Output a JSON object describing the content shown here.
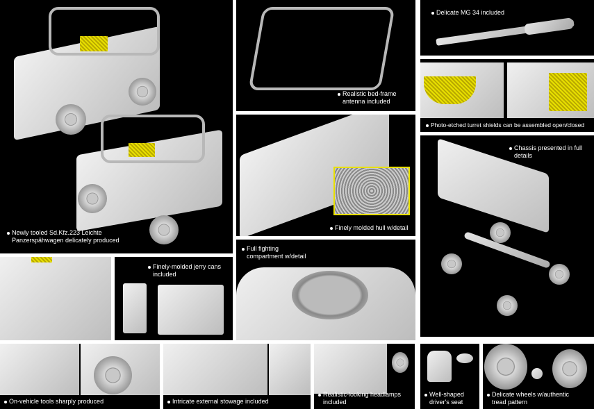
{
  "panels": {
    "main": {
      "caption_line1": "Newly tooled Sd.Kfz.223 Leichte",
      "caption_line2": "Panzerspähwagen delicately produced"
    },
    "bed_frame": {
      "caption_line1": "Realistic bed-frame",
      "caption_line2": "antenna included"
    },
    "mg34": {
      "caption": "Delicate MG 34 included"
    },
    "turret_shields": {
      "caption": "Photo-etched turret shields can be assembled open/closed"
    },
    "hull": {
      "caption": "Finely molded hull w/detail"
    },
    "chassis": {
      "caption_line1": "Chassis presented in full",
      "caption_line2": "details"
    },
    "jerry_cans": {
      "caption_line1": "Finely-molded jerry cans",
      "caption_line2": "included"
    },
    "fighting_compartment": {
      "caption_line1": "Full fighting",
      "caption_line2": "compartment w/detail"
    },
    "tools": {
      "caption": "On-vehicle tools sharply produced"
    },
    "stowage": {
      "caption": "Intricate external stowage included"
    },
    "headlamps": {
      "caption_line1": "Realistic-looking headlamps",
      "caption_line2": "included"
    },
    "seat": {
      "caption_line1": "Well-shaped",
      "caption_line2": "driver's seat"
    },
    "wheels": {
      "caption_line1": "Delicate wheels w/authentic",
      "caption_line2": "tread pattern"
    }
  },
  "colors": {
    "background": "#000000",
    "photo_etch": "#e8e000"
  }
}
